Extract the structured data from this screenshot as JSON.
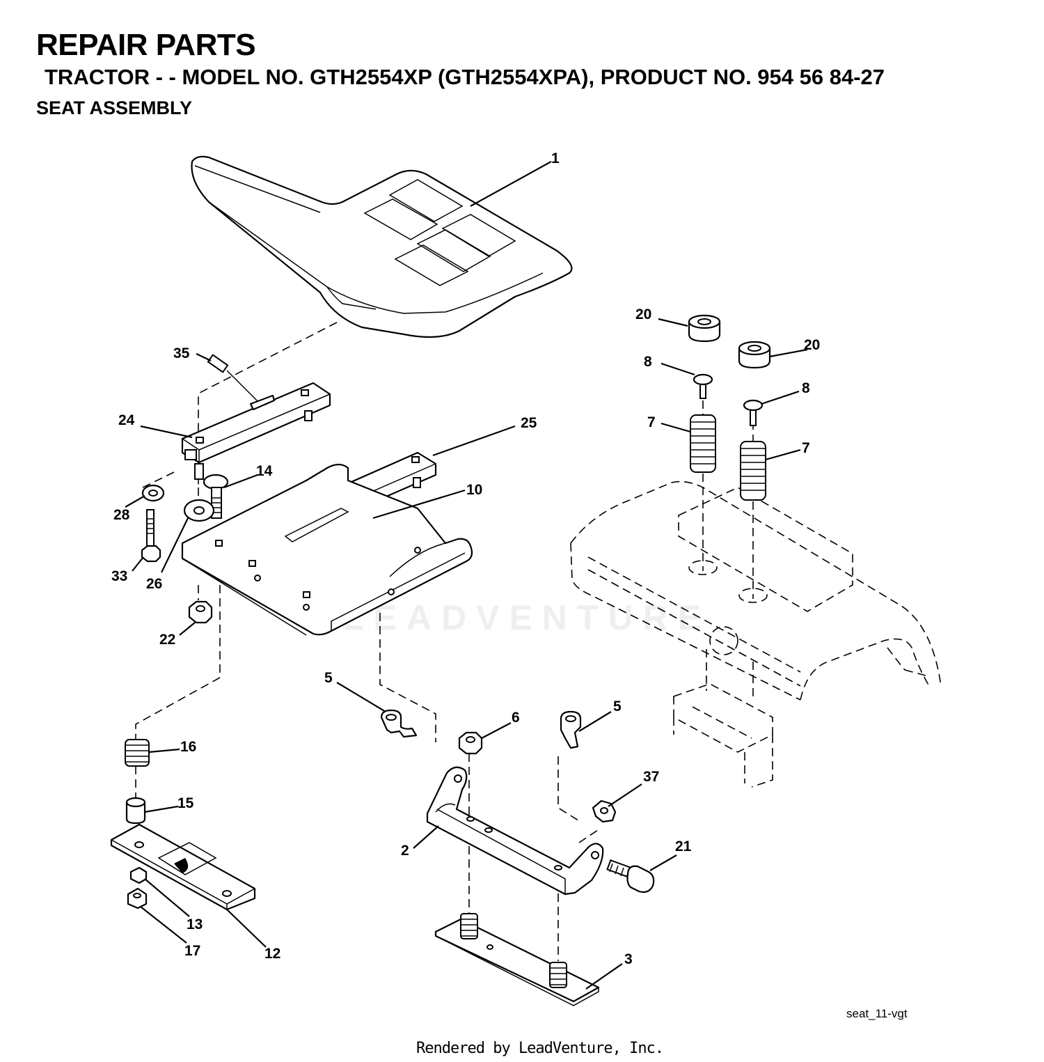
{
  "header": {
    "title": "REPAIR PARTS",
    "subtitle": "TRACTOR - - MODEL NO. GTH2554XP (GTH2554XPA), PRODUCT NO. 954 56 84-27",
    "section": "SEAT ASSEMBLY"
  },
  "callouts": {
    "c1": "1",
    "c35": "35",
    "c24": "24",
    "c25": "25",
    "c14": "14",
    "c10": "10",
    "c28": "28",
    "c33": "33",
    "c26": "26",
    "c22": "22",
    "c20a": "20",
    "c20b": "20",
    "c8a": "8",
    "c8b": "8",
    "c7a": "7",
    "c7b": "7",
    "c5a": "5",
    "c5b": "5",
    "c6": "6",
    "c16": "16",
    "c15": "15",
    "c37": "37",
    "c2": "2",
    "c21": "21",
    "c13": "13",
    "c17": "17",
    "c12": "12",
    "c3": "3"
  },
  "drawing_id": "seat_11-vgt",
  "credit": "Rendered by LeadVenture, Inc.",
  "watermark": "LEADVENTURE"
}
